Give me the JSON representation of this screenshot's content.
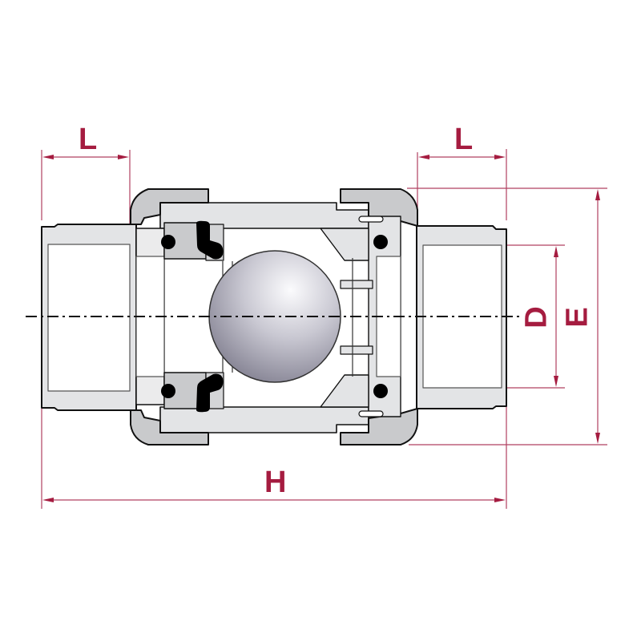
{
  "diagram": {
    "subject": "Ball check valve cross-section",
    "colors": {
      "dimension": "#a51c40",
      "outline": "#111111",
      "body_fill": "#e3e4e6",
      "nut_fill": "#c9cacc",
      "seal": "#000000",
      "ball_light": "#f2f2f6",
      "ball_dark": "#7d7b8c"
    },
    "dimensions": {
      "L_left": {
        "label": "L"
      },
      "L_right": {
        "label": "L"
      },
      "H": {
        "label": "H"
      },
      "D": {
        "label": "D"
      },
      "E": {
        "label": "E"
      }
    },
    "centerline": "dash-dot axis"
  }
}
